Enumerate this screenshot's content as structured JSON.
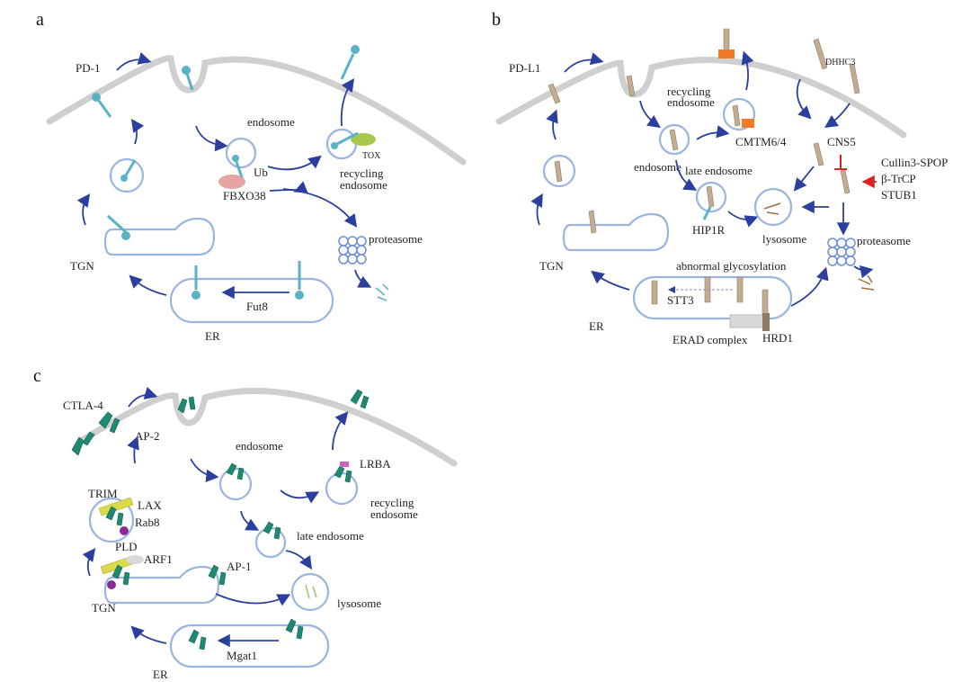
{
  "panels": {
    "a": {
      "letter": "a",
      "labels": {
        "pd1": "PD-1",
        "endosome": "endosome",
        "ub": "Ub",
        "fbxo38": "FBXO38",
        "tox": "TOX",
        "recycling1": "recycling",
        "recycling2": "endosome",
        "proteasome": "proteasome",
        "tgn": "TGN",
        "fut8": "Fut8",
        "er": "ER"
      }
    },
    "b": {
      "letter": "b",
      "labels": {
        "pdl1": "PD-L1",
        "recycling1": "recycling",
        "recycling2": "endosome",
        "cmtm": "CMTM6/4",
        "dhhc3": "DHHC3",
        "cns5": "CNS5",
        "cullin": "Cullin3-SPOP",
        "btrcp": "β-TrCP",
        "stub1": "STUB1",
        "endosome": "endosome",
        "late_endosome": "late endosome",
        "hip1r": "HIP1R",
        "lysosome": "lysosome",
        "proteasome": "proteasome",
        "tgn": "TGN",
        "abnormal": "abnormal glycosylation",
        "stt3": "STT3",
        "er": "ER",
        "erad": "ERAD complex",
        "hrd1": "HRD1"
      }
    },
    "c": {
      "letter": "c",
      "labels": {
        "ctla4": "CTLA-4",
        "ap2": "AP-2",
        "endosome": "endosome",
        "lrba": "LRBA",
        "recycling1": "recycling",
        "recycling2": "endosome",
        "trim": "TRIM",
        "lax": "LAX",
        "rab8": "Rab8",
        "pld": "PLD",
        "arf1": "ARF1",
        "ap1": "AP-1",
        "late_endosome": "late endosome",
        "lysosome": "lysosome",
        "tgn": "TGN",
        "mgat1": "Mgat1",
        "er": "ER"
      }
    }
  },
  "colors": {
    "membrane": "#cfcfcf",
    "vesicle": "#9ab4e0",
    "arrow": "#2a3f9e",
    "pd1": "#5ab2c9",
    "pdl1": "#c2ad93",
    "ctla4": "#1e8a73",
    "inhibit": "#d22222"
  }
}
